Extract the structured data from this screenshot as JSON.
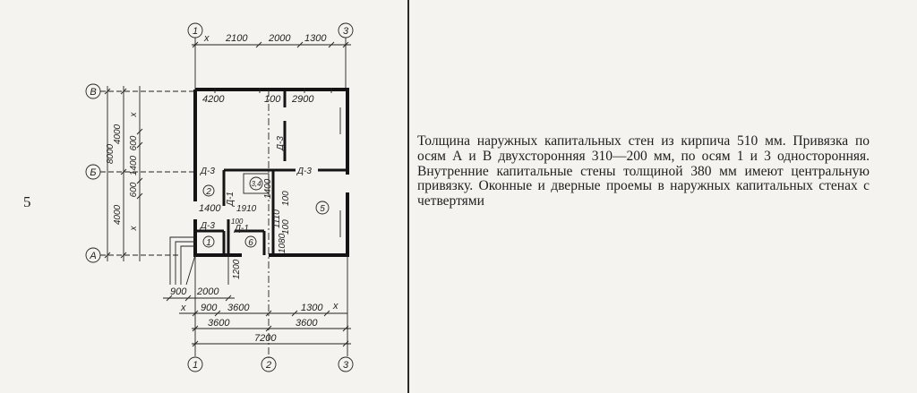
{
  "row_number": "5",
  "axes": {
    "col_1": "1",
    "col_2": "2",
    "col_3": "3",
    "row_A": "A",
    "row_B": "Б",
    "row_V": "В"
  },
  "top_dims": {
    "x_mark": "х",
    "d1": "2100",
    "d2": "2000",
    "d3": "1300"
  },
  "left_dims": {
    "total": "8000",
    "upper": "4000",
    "lower": "4000",
    "x_mark_top": "х",
    "seg_600_a": "600",
    "seg_1400": "1400",
    "seg_600_b": "600",
    "x_mark_bottom": "х"
  },
  "plan_dims": {
    "room_top_left": "4200",
    "wall_100": "100",
    "room_top_right": "2900",
    "d1400_left": "1400",
    "d1400_mid": "1400",
    "d1110": "1110",
    "d100_a": "100",
    "d100_b": "100",
    "d1910": "1910",
    "d100_c": "100",
    "d1080": "1080",
    "d1200": "1200"
  },
  "labels": {
    "door_d3_top": "Д-3",
    "door_d3_left": "Д-3",
    "door_d3_right": "Д-3",
    "door_d3_bottom": "Д-3",
    "door_d1_a": "Д-1",
    "door_d1_b": "Д-1",
    "room_2": "2",
    "room_34": "3,4",
    "room_5": "5",
    "room_1": "1",
    "room_6": "6"
  },
  "bottom_dims": {
    "b900a": "900",
    "b2000": "2000",
    "x_left": "х",
    "b900b": "900",
    "b3600a": "3600",
    "b1300": "1300",
    "x_right": "х",
    "b3600b": "3600",
    "b3600c": "3600",
    "b7200": "7200"
  },
  "description": "Толщина наружных капитальных стен из кирпича 510 мм. Привязка по осям А и В двухсторонняя 310—200 мм, по осям 1 и 3 односторонняя. Внутренние капитальные стены толщиной 380 мм имеют центральную привязку. Оконные и дверные проемы в наружных капитальных стенах с четвертями"
}
